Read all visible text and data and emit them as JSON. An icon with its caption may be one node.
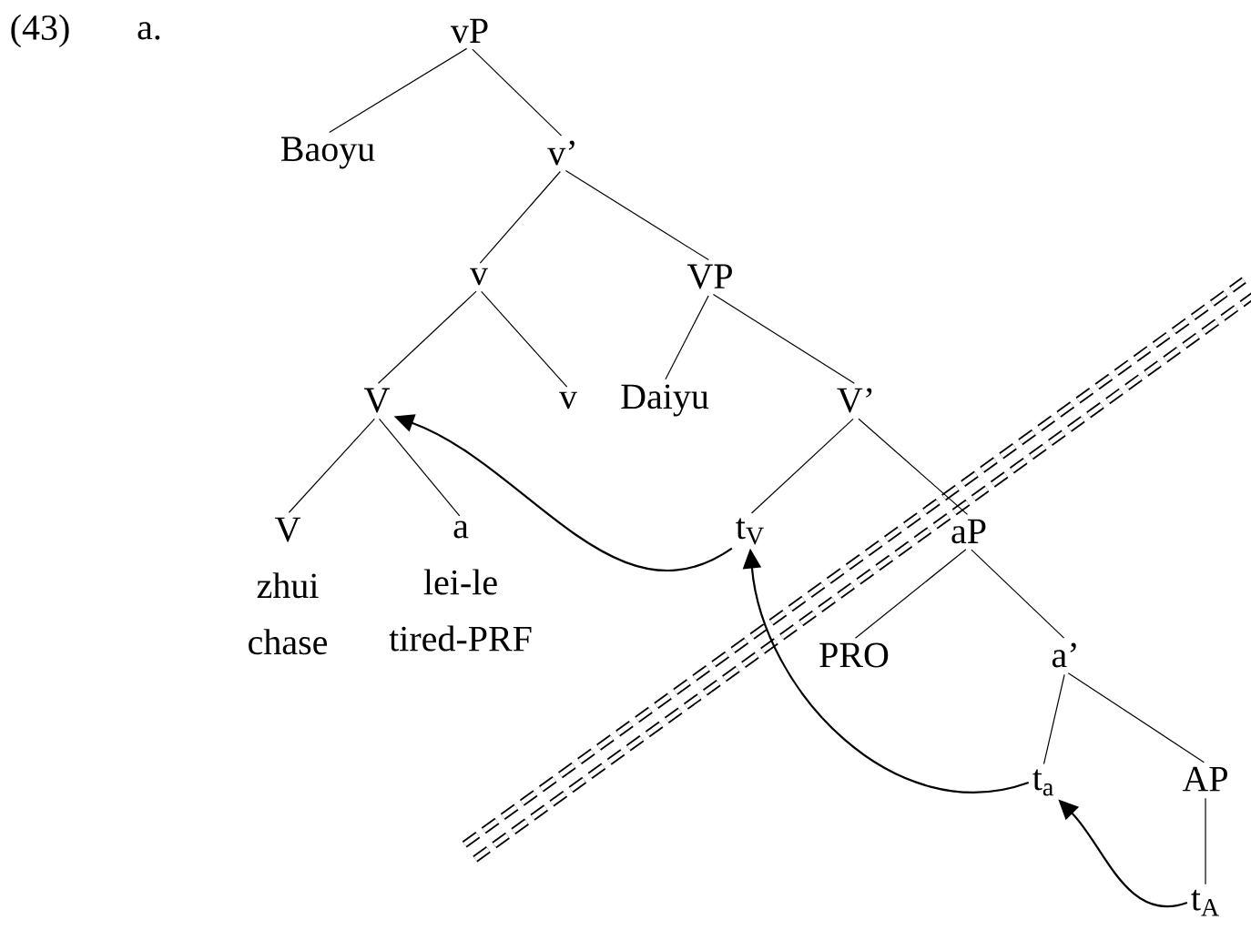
{
  "diagram": {
    "nodes": [
      {
        "text": [
          "vP"
        ]
      },
      {
        "text": [
          "Baoyu"
        ]
      },
      {
        "text": [
          "v’"
        ]
      },
      {
        "text": [
          "v"
        ]
      },
      {
        "text": [
          "VP"
        ]
      },
      {
        "text": [
          "V"
        ]
      },
      {
        "text": [
          "v"
        ]
      },
      {
        "text": [
          "Daiyu"
        ]
      },
      {
        "text": [
          "V’"
        ]
      },
      {
        "text": [
          "V",
          "zhui",
          "chase"
        ]
      },
      {
        "text": [
          "a",
          "lei-le",
          "tired-PRF"
        ]
      },
      {
        "text": [
          "t$_{V}$"
        ]
      },
      {
        "text": [
          "aP"
        ]
      },
      {
        "text": [
          "PRO"
        ]
      },
      {
        "text": [
          "a’"
        ]
      },
      {
        "text": [
          "t$_{a}$"
        ]
      },
      {
        "text": [
          "AP"
        ]
      },
      {
        "text": [
          "t$_{A}$"
        ]
      }
    ],
    "edges": [
      {
        "from": 0,
        "to": 1,
        "arrow": "none"
      },
      {
        "from": 0,
        "to": 2,
        "arrow": "none"
      },
      {
        "from": 2,
        "to": 3,
        "arrow": "none"
      },
      {
        "from": 2,
        "to": 4,
        "arrow": "none"
      },
      {
        "from": 3,
        "to": 5,
        "arrow": "none"
      },
      {
        "from": 3,
        "to": 6,
        "arrow": "none"
      },
      {
        "from": 4,
        "to": 7,
        "arrow": "none"
      },
      {
        "from": 4,
        "to": 8,
        "arrow": "none"
      },
      {
        "from": 5,
        "to": 9,
        "arrow": "none"
      },
      {
        "from": 5,
        "to": 10,
        "arrow": "none"
      },
      {
        "from": 8,
        "to": 11,
        "arrow": "none"
      },
      {
        "from": 8,
        "to": 12,
        "arrow": "none"
      },
      {
        "from": 12,
        "to": 13,
        "arrow": "none"
      },
      {
        "from": 12,
        "to": 14,
        "arrow": "none"
      },
      {
        "from": 14,
        "to": 15,
        "arrow": "none"
      },
      {
        "from": 14,
        "to": 16,
        "arrow": "none"
      },
      {
        "from": 16,
        "to": 17,
        "arrow": "none"
      },
      {
        "from": 11,
        "to": 5,
        "arrow": "to"
      },
      {
        "from": 15,
        "to": 11,
        "arrow": "to"
      },
      {
        "from": 17,
        "to": 15,
        "arrow": "to"
      }
    ],
    "labels": [
      "(43)",
      "a."
    ]
  }
}
